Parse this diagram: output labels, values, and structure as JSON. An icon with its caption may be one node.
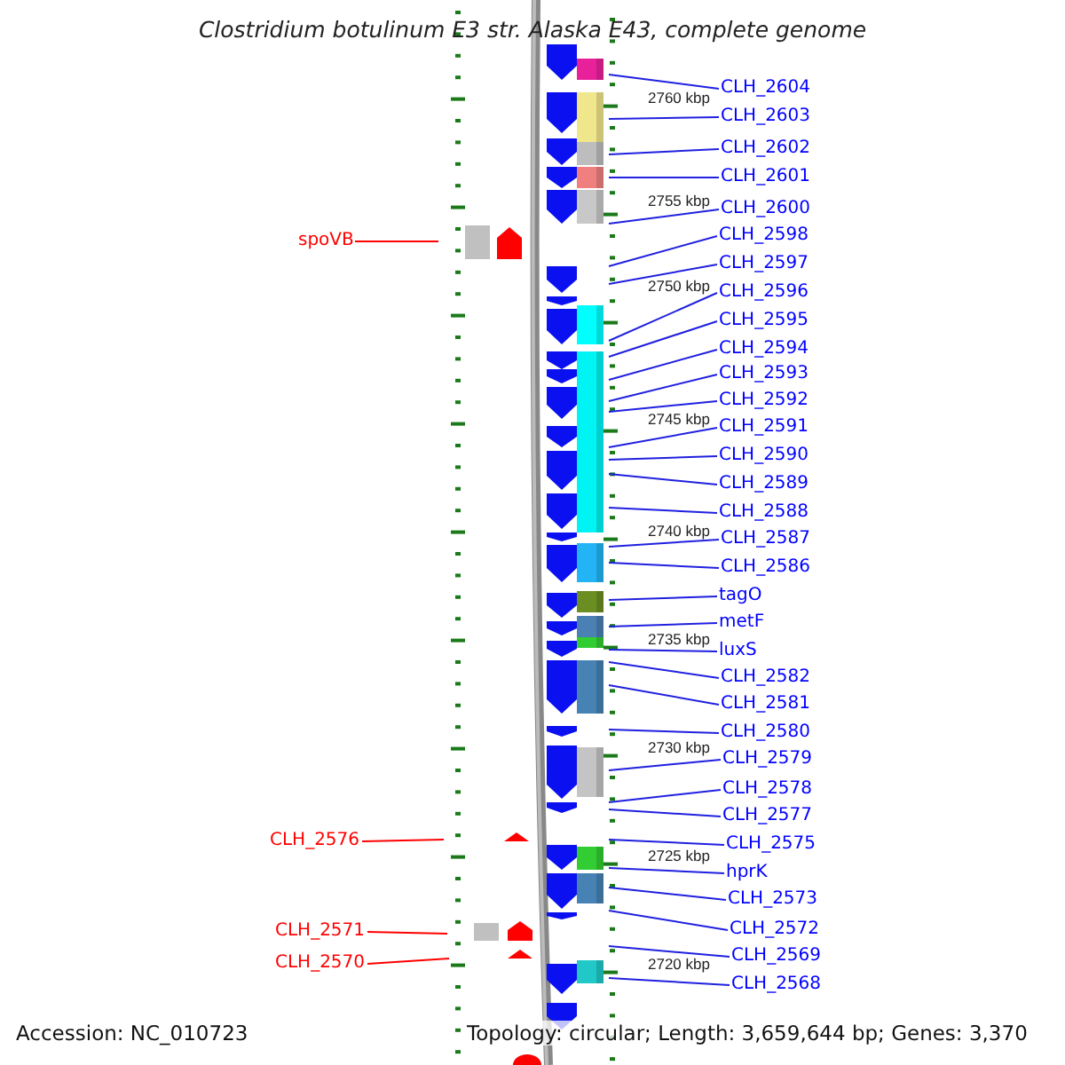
{
  "diagram": {
    "title": "Clostridium botulinum E3 str. Alaska E43, complete genome",
    "nodes": [
      {
        "text": [
          "CLH_2604"
        ]
      },
      {
        "text": [
          "CLH_2603"
        ]
      },
      {
        "text": [
          "CLH_2602"
        ]
      },
      {
        "text": [
          "CLH_2601"
        ]
      },
      {
        "text": [
          "CLH_2600"
        ]
      },
      {
        "text": [
          "CLH_2598"
        ]
      },
      {
        "text": [
          "spoVB"
        ]
      },
      {
        "text": [
          "CLH_2597"
        ]
      },
      {
        "text": [
          "CLH_2596"
        ]
      },
      {
        "text": [
          "CLH_2595"
        ]
      },
      {
        "text": [
          "CLH_2594"
        ]
      },
      {
        "text": [
          "CLH_2593"
        ]
      },
      {
        "text": [
          "CLH_2592"
        ]
      },
      {
        "text": [
          "CLH_2591"
        ]
      },
      {
        "text": [
          "CLH_2590"
        ]
      },
      {
        "text": [
          "CLH_2589"
        ]
      },
      {
        "text": [
          "CLH_2588"
        ]
      },
      {
        "text": [
          "CLH_2587"
        ]
      },
      {
        "text": [
          "CLH_2586"
        ]
      },
      {
        "text": [
          "tagO"
        ]
      },
      {
        "text": [
          "metF"
        ]
      },
      {
        "text": [
          "luxS"
        ]
      },
      {
        "text": [
          "CLH_2582"
        ]
      },
      {
        "text": [
          "CLH_2581"
        ]
      },
      {
        "text": [
          "CLH_2580"
        ]
      },
      {
        "text": [
          "CLH_2579"
        ]
      },
      {
        "text": [
          "CLH_2578"
        ]
      },
      {
        "text": [
          "CLH_2577"
        ]
      },
      {
        "text": [
          "CLH_2576"
        ]
      },
      {
        "text": [
          "CLH_2575"
        ]
      },
      {
        "text": [
          "hprK"
        ]
      },
      {
        "text": [
          "CLH_2573"
        ]
      },
      {
        "text": [
          "CLH_2572"
        ]
      },
      {
        "text": [
          "CLH_2571"
        ]
      },
      {
        "text": [
          "CLH_2569"
        ]
      },
      {
        "text": [
          "CLH_2570"
        ]
      },
      {
        "text": [
          "CLH_2568"
        ]
      }
    ],
    "edges": [
      {
        "from": 0,
        "to": null,
        "arrow": "none"
      },
      {
        "from": 1,
        "to": null,
        "arrow": "none"
      },
      {
        "from": 2,
        "to": null,
        "arrow": "none"
      },
      {
        "from": 3,
        "to": null,
        "arrow": "none"
      },
      {
        "from": 4,
        "to": null,
        "arrow": "none"
      },
      {
        "from": 5,
        "to": null,
        "arrow": "none"
      },
      {
        "from": 6,
        "to": null,
        "arrow": "none",
        "color": "#ff0000"
      },
      {
        "from": 7,
        "to": null,
        "arrow": "none"
      },
      {
        "from": 8,
        "to": null,
        "arrow": "none"
      },
      {
        "from": 9,
        "to": null,
        "arrow": "none"
      },
      {
        "from": 10,
        "to": null,
        "arrow": "none"
      },
      {
        "from": 11,
        "to": null,
        "arrow": "none"
      },
      {
        "from": 12,
        "to": null,
        "arrow": "none"
      },
      {
        "from": 13,
        "to": null,
        "arrow": "none"
      },
      {
        "from": 14,
        "to": null,
        "arrow": "none"
      },
      {
        "from": 15,
        "to": null,
        "arrow": "none"
      },
      {
        "from": 16,
        "to": null,
        "arrow": "none"
      },
      {
        "from": 17,
        "to": null,
        "arrow": "none"
      },
      {
        "from": 18,
        "to": null,
        "arrow": "none"
      },
      {
        "from": 19,
        "to": null,
        "arrow": "none"
      },
      {
        "from": 20,
        "to": null,
        "arrow": "none"
      },
      {
        "from": 21,
        "to": null,
        "arrow": "none"
      },
      {
        "from": 22,
        "to": null,
        "arrow": "none"
      },
      {
        "from": 23,
        "to": null,
        "arrow": "none"
      },
      {
        "from": 24,
        "to": null,
        "arrow": "none"
      },
      {
        "from": 25,
        "to": null,
        "arrow": "none"
      },
      {
        "from": 26,
        "to": null,
        "arrow": "none"
      },
      {
        "from": 27,
        "to": null,
        "arrow": "none"
      },
      {
        "from": 28,
        "to": null,
        "arrow": "none",
        "color": "#ff0000"
      },
      {
        "from": 29,
        "to": null,
        "arrow": "none"
      },
      {
        "from": 30,
        "to": null,
        "arrow": "none"
      },
      {
        "from": 31,
        "to": null,
        "arrow": "none"
      },
      {
        "from": 32,
        "to": null,
        "arrow": "none"
      },
      {
        "from": 33,
        "to": null,
        "arrow": "none",
        "color": "#ff0000"
      },
      {
        "from": 34,
        "to": null,
        "arrow": "none"
      },
      {
        "from": 35,
        "to": null,
        "arrow": "none",
        "color": "#ff0000"
      },
      {
        "from": 36,
        "to": null,
        "arrow": "none"
      }
    ],
    "labels": [
      "2760 kbp",
      "2755 kbp",
      "2750 kbp",
      "2745 kbp",
      "2740 kbp",
      "2735 kbp",
      "2730 kbp",
      "2725 kbp",
      "2720 kbp",
      "Accession: NC_010723",
      "Topology: circular; Length: 3,659,644 bp; Genes: 3,370"
    ]
  }
}
